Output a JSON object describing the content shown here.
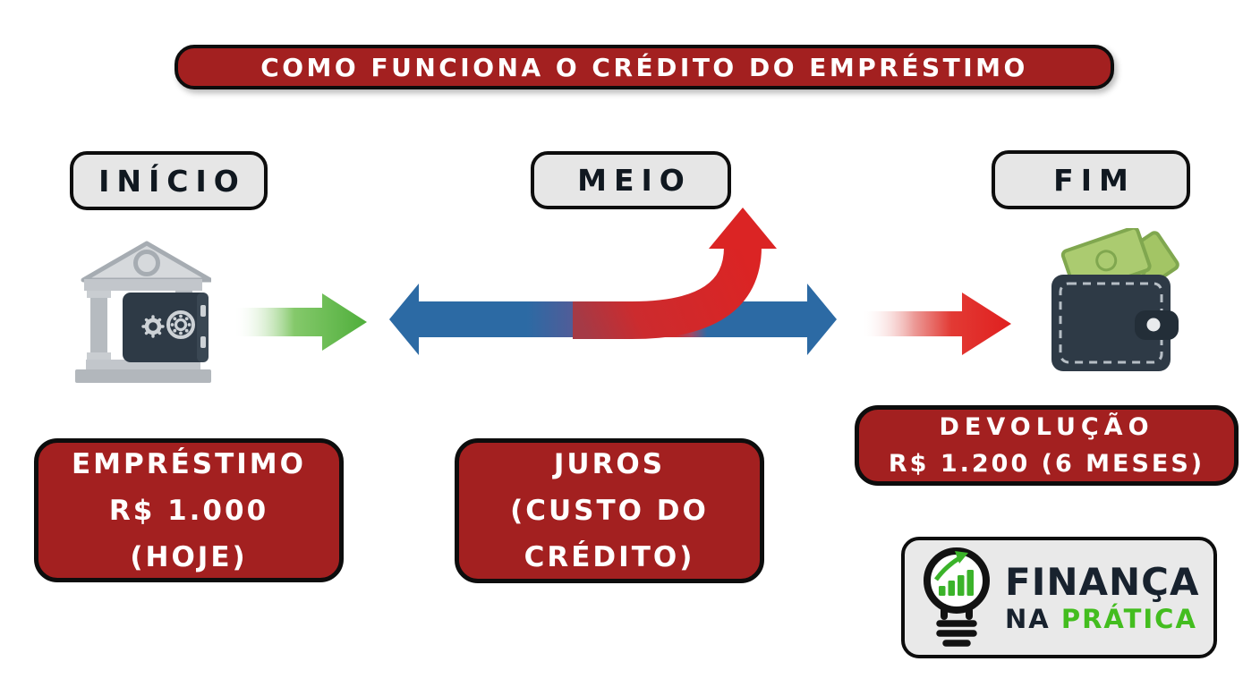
{
  "title": {
    "text": "COMO FUNCIONA O CRÉDITO DO EMPRÉSTIMO"
  },
  "stages": [
    {
      "id": "inicio",
      "label": "INÍCIO"
    },
    {
      "id": "meio",
      "label": "MEIO"
    },
    {
      "id": "fim",
      "label": "FIM"
    }
  ],
  "info_boxes": [
    {
      "id": "emprestimo",
      "lines": [
        "EMPRÉSTIMO",
        "R$ 1.000",
        "(HOJE)"
      ]
    },
    {
      "id": "juros",
      "lines": [
        "JUROS",
        "(CUSTO DO",
        "CRÉDITO)"
      ]
    },
    {
      "id": "devolucao",
      "lines": [
        "DEVOLUÇÃO",
        "R$ 1.200 (6 MESES)"
      ]
    }
  ],
  "icons": [
    {
      "name": "bank-safe-icon",
      "meaning": "bank building with safe vault (lender at start)"
    },
    {
      "name": "green-arrow-icon",
      "meaning": "money flowing from bank"
    },
    {
      "name": "loan-flow-arrow-icon",
      "meaning": "double-headed blue arrow with red interest branch curving up"
    },
    {
      "name": "red-arrow-icon",
      "meaning": "repayment flowing to wallet"
    },
    {
      "name": "wallet-money-icon",
      "meaning": "wallet with banknotes (borrower at end)"
    },
    {
      "name": "lightbulb-chart-icon",
      "meaning": "logo lightbulb with growth chart"
    }
  ],
  "logo": {
    "line1": "FINANÇA",
    "line2_prefix": "NA ",
    "line2_highlight": "PRÁTICA"
  },
  "colors": {
    "banner_red": "#A32020",
    "info_box_red": "#A32020",
    "label_gray": "#E6E6E6",
    "border_black": "#0D0D0D",
    "arrow_green": "#55B23F",
    "arrow_blue": "#2C6AA4",
    "arrow_red": "#DB2424",
    "logo_green": "#43BD1F",
    "icon_dark_navy": "#2E3A46",
    "icon_gray": "#C2C6CB",
    "bill_green": "#ABCB70"
  }
}
